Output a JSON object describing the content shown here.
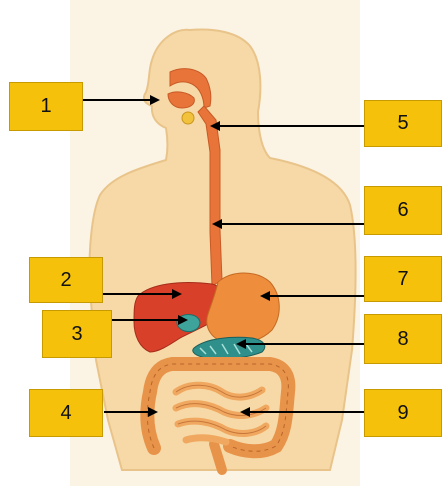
{
  "labels": [
    "1",
    "2",
    "3",
    "4",
    "5",
    "6",
    "7",
    "8",
    "9"
  ],
  "colors": {
    "label_fill": "#f5c10a",
    "skin": "#f6d9a6",
    "skin_outline": "#e9c48a",
    "tract": "#e8743a",
    "liver": "#d8402a",
    "stomach": "#ee8d3c",
    "pancreas": "#2f8f8a",
    "intestine": "#e8934a",
    "arrow": "#000000"
  }
}
